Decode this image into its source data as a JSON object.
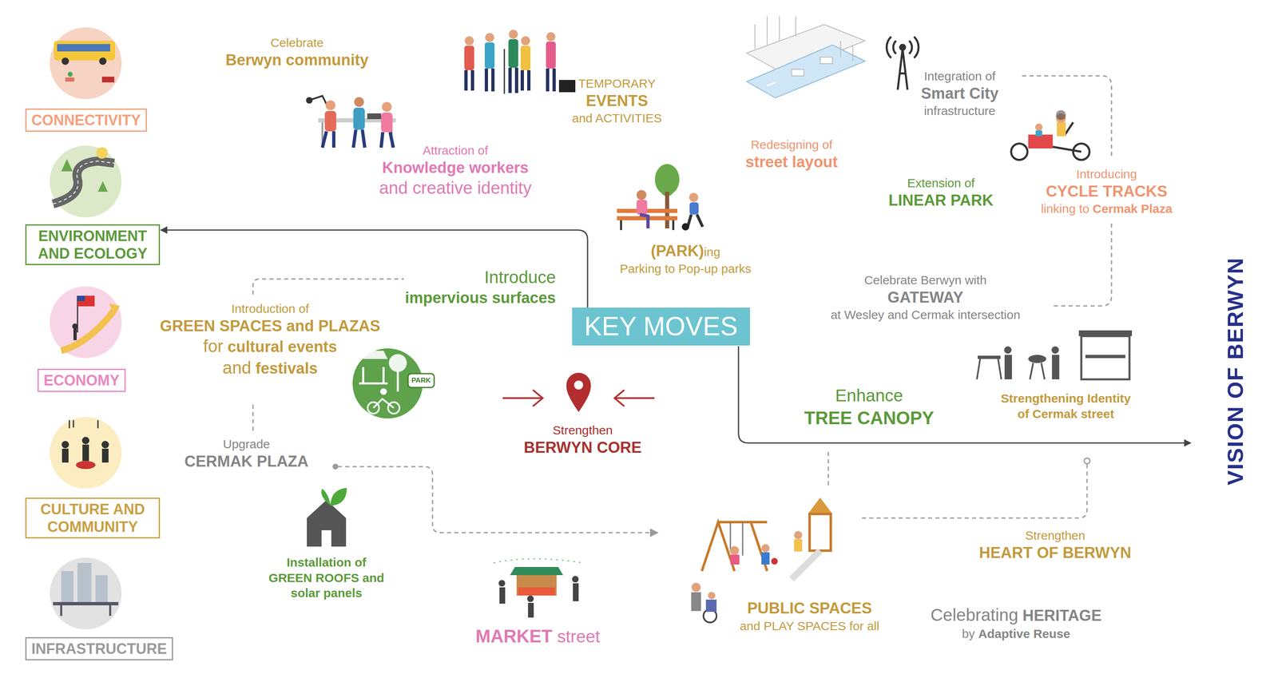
{
  "diagram": {
    "nodes": [
      {
        "text": [
          "CONNECTIVITY"
        ]
      },
      {
        "text": [
          "ENVIRONMENT AND ECOLOGY"
        ]
      },
      {
        "text": [
          "ECONOMY"
        ]
      },
      {
        "text": [
          "CULTURE AND COMMUNITY"
        ]
      },
      {
        "text": [
          "INFRASTRUCTURE"
        ]
      },
      {
        "text": [
          "KEY MOVES"
        ]
      }
    ],
    "edges": [
      {
        "from": 5,
        "to": 1,
        "arrow": "to"
      }
    ],
    "labels": [
      "Celebrate",
      "Berwyn community",
      "TEMPORARY",
      "EVENTS",
      "and ACTIVITIES",
      "Attraction of",
      "Knowledge workers",
      "and creative identity",
      "Redesigning of",
      "street layout",
      "Integration of",
      "Smart City",
      "infrastructure",
      "Extension of",
      "LINEAR PARK",
      "Introducing",
      "CYCLE TRACKS",
      "linking to",
      "Cermak Plaza",
      "(PARK)",
      "ing",
      "Parking to Pop-up parks",
      "Introduce",
      "impervious surfaces",
      "Celebrate Berwyn with",
      "GATEWAY",
      "at Wesley and Cermak intersection",
      "Introduction of",
      "GREEN SPACES and PLAZAS",
      "for",
      "cultural events",
      "and",
      "festivals",
      "PARK",
      "Strengthen",
      "BERWYN CORE",
      "Enhance",
      "TREE CANOPY",
      "Strengthening",
      "Identity",
      "of Cermak street",
      "Upgrade",
      "CERMAK PLAZA",
      "Installation of",
      "GREEN ROOFS and",
      "solar panels",
      "MARKET",
      "street",
      "PUBLIC SPACES",
      "and PLAY SPACES for all",
      "Strengthen",
      "HEART OF BERWYN",
      "Celebrating",
      "HERITAGE",
      "by",
      "Adaptive Reuse",
      "VISION OF BERWYN"
    ]
  }
}
